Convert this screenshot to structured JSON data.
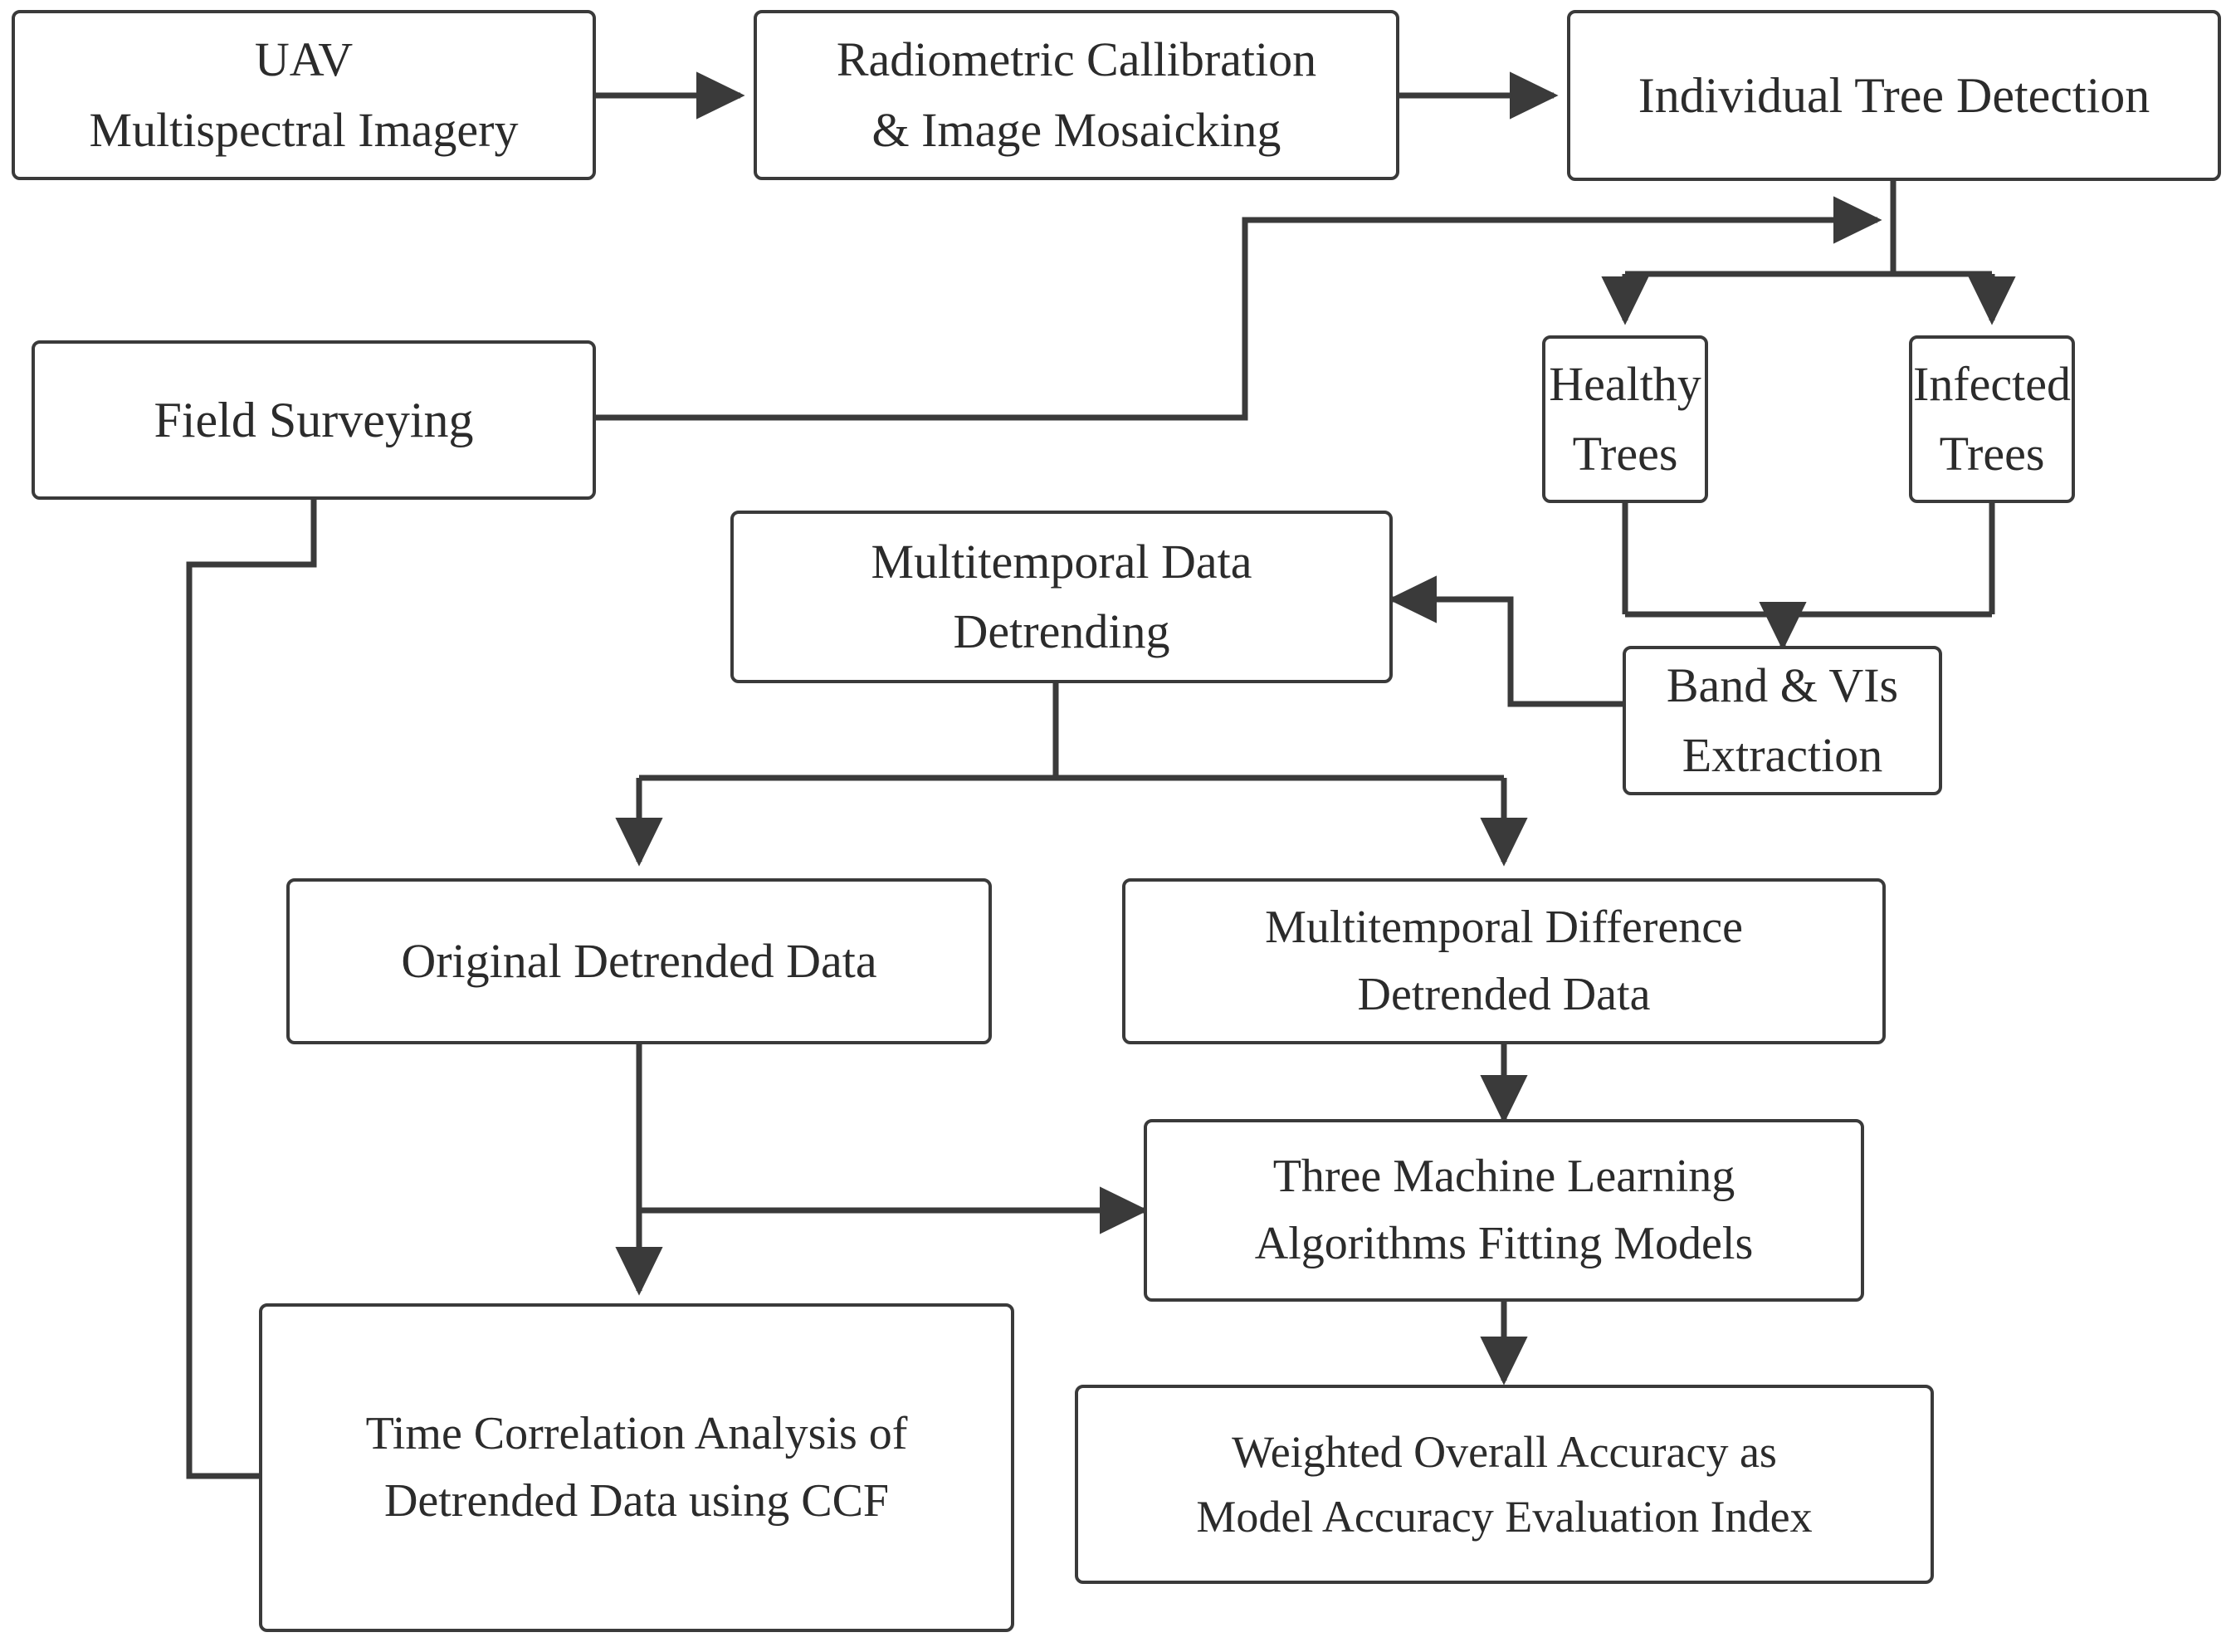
{
  "diagram": {
    "title": "UAV multispectral tree disease monitoring workflow",
    "type": "flowchart",
    "orientation": "top-down",
    "stroke_color": "#3a3a3a",
    "text_color": "#2b2b2b",
    "background_color": "#ffffff"
  },
  "nodes": {
    "uav_imagery": {
      "label": "UAV\nMultispectral Imagery"
    },
    "radiometric": {
      "label": "Radiometric Callibration\n& Image Mosaicking"
    },
    "tree_detection": {
      "label": "Individual Tree Detection"
    },
    "field_surveying": {
      "label": "Field Surveying"
    },
    "healthy_trees": {
      "label": "Healthy\nTrees"
    },
    "infected_trees": {
      "label": "Infected\nTrees"
    },
    "band_vis": {
      "label": "Band & VIs\nExtraction"
    },
    "detrending": {
      "label": "Multitemporal Data\nDetrending"
    },
    "original_detrended": {
      "label": "Original Detrended Data"
    },
    "difference_detrended": {
      "label": "Multitemporal Difference\nDetrended Data"
    },
    "ml_models": {
      "label": "Three Machine Learning\nAlgorithms Fitting Models"
    },
    "ccf_analysis": {
      "label": "Time Correlation Analysis of\nDetrended Data using CCF"
    },
    "accuracy_index": {
      "label": "Weighted Overall Accuracy as\nModel Accuracy Evaluation Index"
    }
  },
  "edges": [
    {
      "from": "uav_imagery",
      "to": "radiometric",
      "arrow": true
    },
    {
      "from": "radiometric",
      "to": "tree_detection",
      "arrow": true
    },
    {
      "from": "tree_detection",
      "to": "healthy_trees",
      "arrow": true
    },
    {
      "from": "tree_detection",
      "to": "infected_trees",
      "arrow": true
    },
    {
      "from": "field_surveying",
      "to": "tree_detection",
      "arrow": true
    },
    {
      "from": "field_surveying",
      "to": "ccf_analysis",
      "arrow": true
    },
    {
      "from": "healthy_trees",
      "to": "band_vis",
      "arrow": true
    },
    {
      "from": "infected_trees",
      "to": "band_vis",
      "arrow": true
    },
    {
      "from": "band_vis",
      "to": "detrending",
      "arrow": true
    },
    {
      "from": "detrending",
      "to": "original_detrended",
      "arrow": true
    },
    {
      "from": "detrending",
      "to": "difference_detrended",
      "arrow": true
    },
    {
      "from": "original_detrended",
      "to": "ccf_analysis",
      "arrow": true
    },
    {
      "from": "original_detrended",
      "to": "ml_models",
      "arrow": true
    },
    {
      "from": "difference_detrended",
      "to": "ml_models",
      "arrow": true
    },
    {
      "from": "ml_models",
      "to": "accuracy_index",
      "arrow": true
    }
  ]
}
